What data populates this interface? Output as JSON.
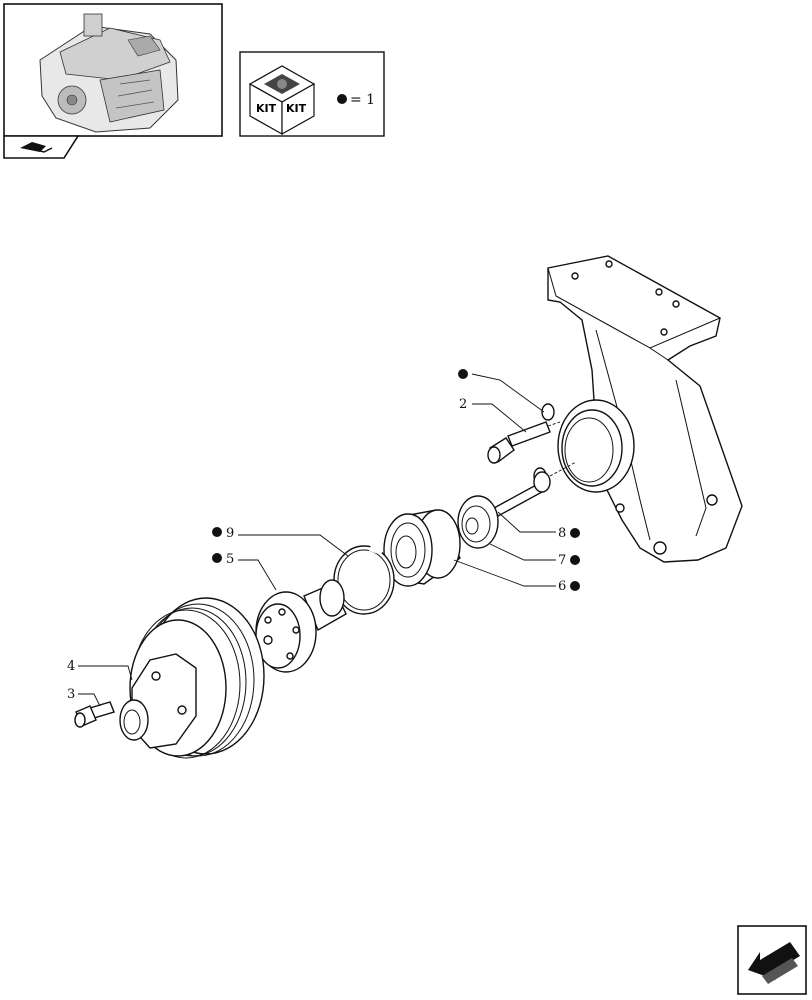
{
  "legend": {
    "kit_label_1": "KIT",
    "kit_label_2": "KIT",
    "equation": "= 1"
  },
  "callouts": [
    {
      "id": "kit-dot-top",
      "text": "",
      "kit": true
    },
    {
      "id": "2",
      "text": "2",
      "kit": false
    },
    {
      "id": "3",
      "text": "3",
      "kit": false
    },
    {
      "id": "4",
      "text": "4",
      "kit": false
    },
    {
      "id": "5",
      "text": "5",
      "kit": true
    },
    {
      "id": "6",
      "text": "6",
      "kit": true
    },
    {
      "id": "7",
      "text": "7",
      "kit": true
    },
    {
      "id": "8",
      "text": "8",
      "kit": true
    },
    {
      "id": "9",
      "text": "9",
      "kit": true
    }
  ],
  "icons": {
    "engine_thumbnail": "engine-thumbnail-icon",
    "book_tab": "book-tab-icon",
    "kit_box": "kit-box-icon",
    "next_page": "next-page-arrow-icon"
  },
  "colors": {
    "line": "#111111",
    "background": "#ffffff"
  }
}
